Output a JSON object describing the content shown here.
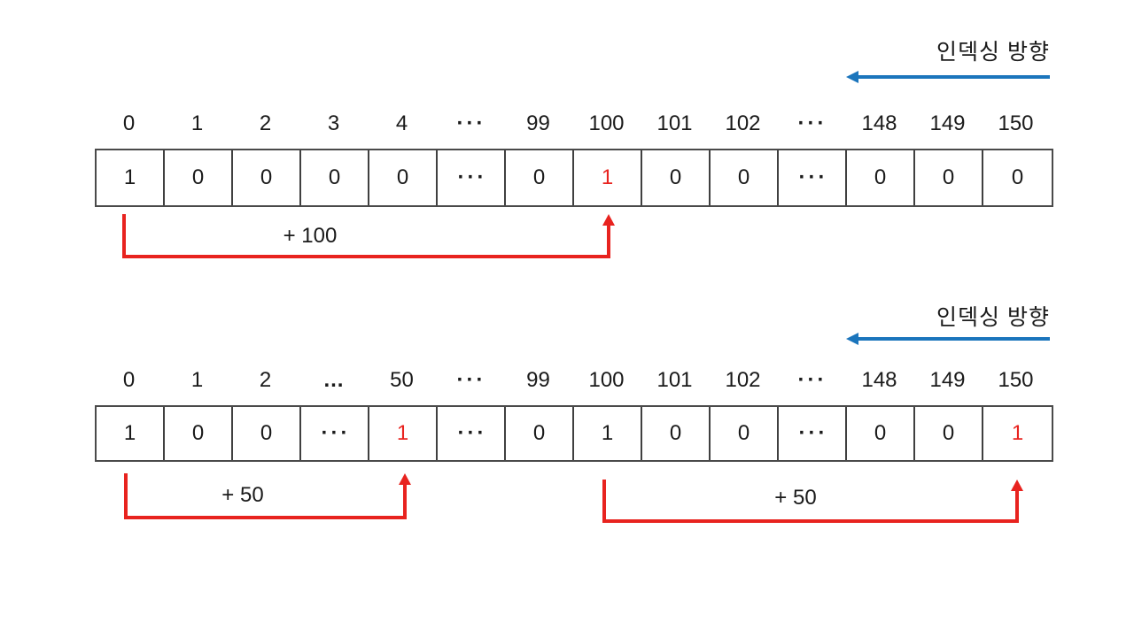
{
  "colors": {
    "red": "#e8231f",
    "blue": "#1b75bc",
    "border": "#4a4a4a",
    "background": "#ffffff",
    "text": "#1a1a1a"
  },
  "top_section": {
    "direction_label": "인덱싱 방향",
    "arrow_direction": "left",
    "indices": [
      "0",
      "1",
      "2",
      "3",
      "4",
      "···",
      "99",
      "100",
      "101",
      "102",
      "···",
      "148",
      "149",
      "150"
    ],
    "values": [
      "1",
      "0",
      "0",
      "0",
      "0",
      "···",
      "0",
      "1",
      "0",
      "0",
      "···",
      "0",
      "0",
      "0"
    ],
    "value_red_positions": [
      7
    ],
    "jump": {
      "label": "+ 100",
      "from_index": "0",
      "to_index": "100"
    }
  },
  "bottom_section": {
    "direction_label": "인덱싱 방향",
    "arrow_direction": "left",
    "indices": [
      "0",
      "1",
      "2",
      "…",
      "50",
      "···",
      "99",
      "100",
      "101",
      "102",
      "···",
      "148",
      "149",
      "150"
    ],
    "values": [
      "1",
      "0",
      "0",
      "···",
      "1",
      "···",
      "0",
      "1",
      "0",
      "0",
      "···",
      "0",
      "0",
      "1"
    ],
    "value_red_positions": [
      4,
      13
    ],
    "jumps": [
      {
        "label": "+ 50",
        "from_index": "0",
        "to_index": "50"
      },
      {
        "label": "+ 50",
        "from_index": "100",
        "to_index": "150"
      }
    ]
  }
}
